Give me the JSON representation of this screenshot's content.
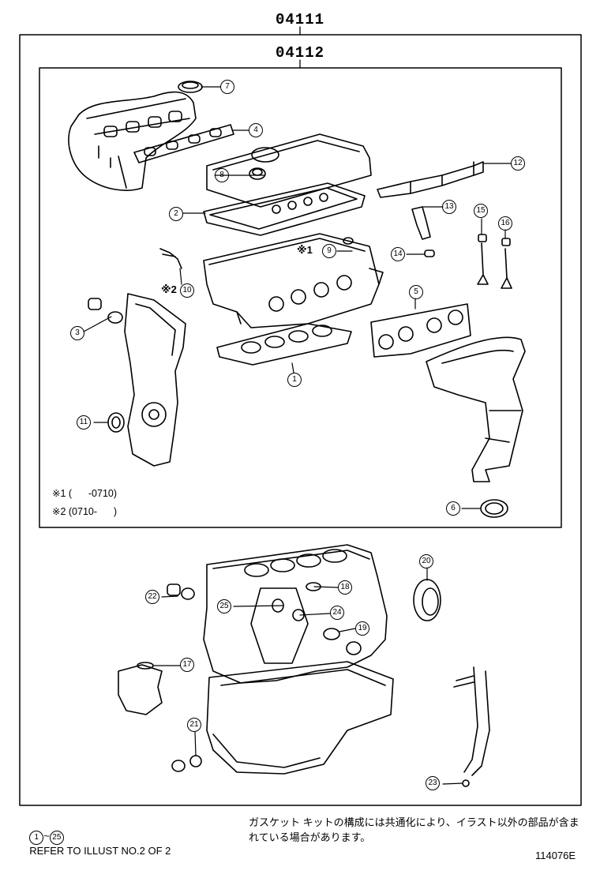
{
  "kit_codes": {
    "outer": "04111",
    "inner": "04112"
  },
  "callouts": [
    {
      "num": "1"
    },
    {
      "num": "2"
    },
    {
      "num": "3"
    },
    {
      "num": "4"
    },
    {
      "num": "5"
    },
    {
      "num": "6"
    },
    {
      "num": "7"
    },
    {
      "num": "8"
    },
    {
      "num": "9"
    },
    {
      "num": "10"
    },
    {
      "num": "11"
    },
    {
      "num": "12"
    },
    {
      "num": "13"
    },
    {
      "num": "14"
    },
    {
      "num": "15"
    },
    {
      "num": "16"
    },
    {
      "num": "17"
    },
    {
      "num": "18"
    },
    {
      "num": "19"
    },
    {
      "num": "20"
    },
    {
      "num": "21"
    },
    {
      "num": "22"
    },
    {
      "num": "23"
    },
    {
      "num": "24"
    },
    {
      "num": "25"
    }
  ],
  "remark_markers": {
    "m9": "※1",
    "m10": "※2"
  },
  "notes": [
    {
      "text": "※1 (      -0710)"
    },
    {
      "text": "※2 (0710-      )"
    }
  ],
  "footer": {
    "range_start": "1",
    "range_tilde": "~",
    "range_end": "25",
    "refer_text": "REFER TO ILLUST NO.2 OF 2",
    "japanese_note": "ガスケット キットの構成には共通化により、イラスト以外の部品が含まれている場合があります。"
  },
  "figure_number": "114076E"
}
